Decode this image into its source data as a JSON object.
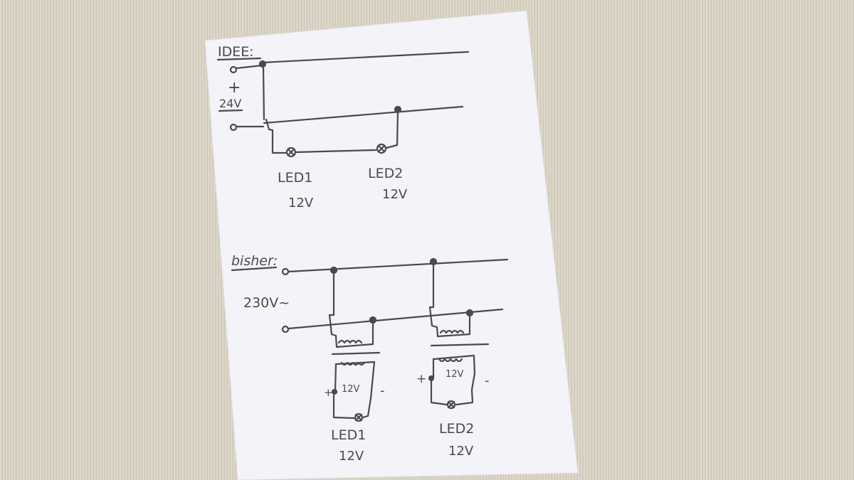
{
  "sketch": {
    "top": {
      "title": "IDEE:",
      "supply_plus": "+",
      "supply_voltage": "24V",
      "led1_label": "LED1",
      "led1_voltage": "12V",
      "led2_label": "LED2",
      "led2_voltage": "12V"
    },
    "bottom": {
      "title": "bisher:",
      "mains_voltage": "230V~",
      "left_inner_voltage": "12V",
      "left_plus": "+",
      "left_minus": "-",
      "right_inner_voltage": "12V",
      "right_plus": "+",
      "right_minus": "-",
      "led1_label": "LED1",
      "led1_voltage": "12V",
      "led2_label": "LED2",
      "led2_voltage": "12V"
    },
    "colors": {
      "paper": "#f4f3f7",
      "ink": "#4a4a4a",
      "background": "#d9d3c3"
    }
  }
}
